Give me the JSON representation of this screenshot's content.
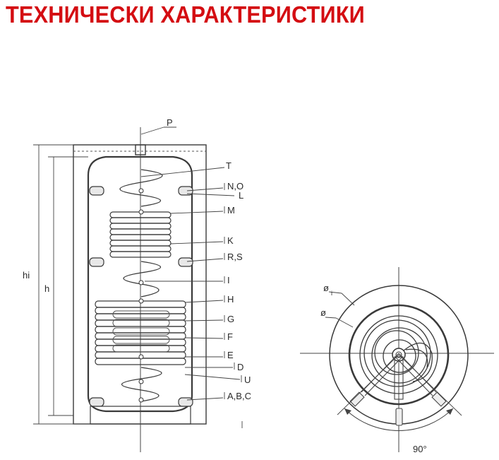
{
  "page": {
    "title": "ТЕХНИЧЕСКИ ХАРАКТЕРИСТИКИ",
    "title_color": "#d40d12"
  },
  "side_view": {
    "dimension_labels": {
      "hi": "hi",
      "h": "h"
    },
    "top_labels": {
      "P": "P",
      "T": "T"
    },
    "connection_labels": {
      "N_O": "N,O",
      "L": "L",
      "M": "M",
      "K": "K",
      "R_S": "R,S",
      "I": "I",
      "H": "H",
      "G": "G",
      "F": "F",
      "E": "E",
      "D": "D",
      "U": "U",
      "A_B_C": "A,B,C"
    }
  },
  "top_view": {
    "diameter_outer": "ø",
    "diameter_outer_sub": "i",
    "diameter_inner": "ø",
    "angle": "90°"
  }
}
